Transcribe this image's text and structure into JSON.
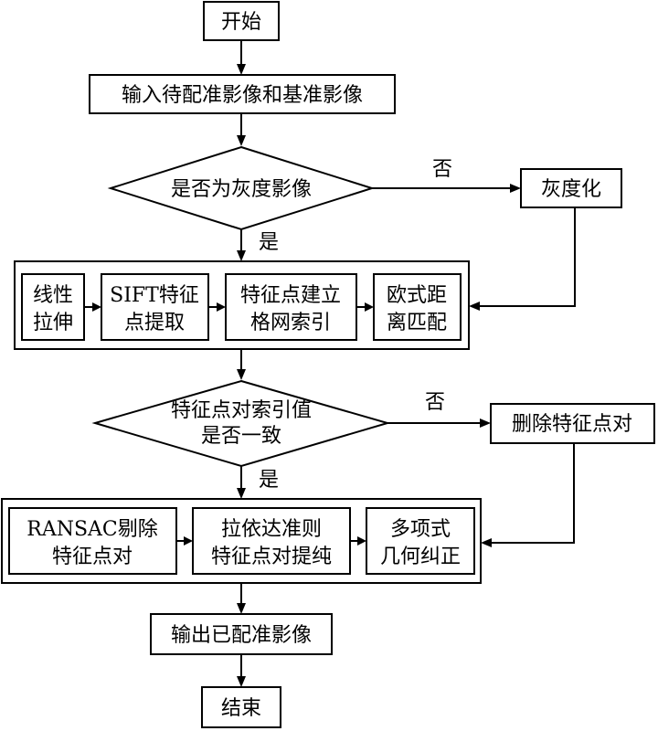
{
  "nodes": {
    "start": "开始",
    "input": "输入待配准影像和基准影像",
    "decision_gray": "是否为灰度影像",
    "grayscale": "灰度化",
    "linear_stretch": [
      "线性",
      "拉伸"
    ],
    "sift": [
      "SIFT特征",
      "点提取"
    ],
    "grid_index": [
      "特征点建立",
      "格网索引"
    ],
    "euclid_match": [
      "欧式距",
      "离匹配"
    ],
    "decision_index": [
      "特征点对索引值",
      "是否一致"
    ],
    "delete_pairs": "删除特征点对",
    "ransac": [
      "RANSAC剔除",
      "特征点对"
    ],
    "pauta": [
      "拉依达准则",
      "特征点对提纯"
    ],
    "polynomial": [
      "多项式",
      "几何纠正"
    ],
    "output": "输出已配准影像",
    "end": "结束"
  },
  "labels": {
    "no1": "否",
    "yes1": "是",
    "no2": "否",
    "yes2": "是"
  }
}
